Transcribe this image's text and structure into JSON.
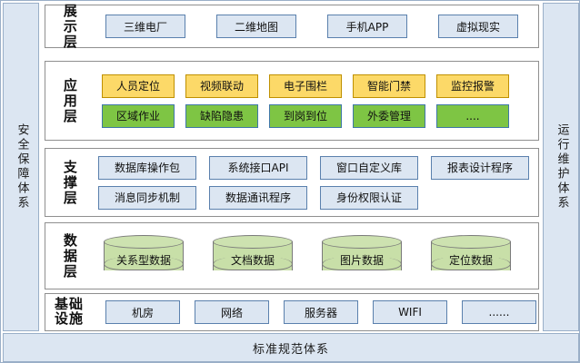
{
  "sidebars": {
    "left": {
      "label": "安全保障体系"
    },
    "right": {
      "label": "运行维护体系"
    }
  },
  "bottom_bar": {
    "label": "标准规范体系"
  },
  "layers": [
    {
      "id": "display",
      "label": "展示层",
      "rows": [
        {
          "style": "blue",
          "items": [
            "三维电厂",
            "二维地图",
            "手机APP",
            "虚拟现实"
          ]
        }
      ]
    },
    {
      "id": "app",
      "label": "应用层",
      "rows": [
        {
          "style": "orange",
          "items": [
            "人员定位",
            "视频联动",
            "电子围栏",
            "智能门禁",
            "监控报警"
          ]
        },
        {
          "style": "green",
          "items": [
            "区域作业",
            "缺陷隐患",
            "到岗到位",
            "外委管理",
            "...."
          ]
        }
      ]
    },
    {
      "id": "support",
      "label": "支撑层",
      "rows": [
        {
          "style": "blue",
          "items": [
            "数据库操作包",
            "系统接口API",
            "窗口自定义库",
            "报表设计程序"
          ]
        },
        {
          "style": "blue",
          "items": [
            "消息同步机制",
            "数据通讯程序",
            "身份权限认证"
          ]
        }
      ]
    },
    {
      "id": "data",
      "label": "数据层",
      "rows": [
        {
          "style": "cylinder",
          "items": [
            "关系型数据",
            "文档数据",
            "图片数据",
            "定位数据"
          ]
        }
      ]
    },
    {
      "id": "infra",
      "label": "基础设施",
      "rows": [
        {
          "style": "blue",
          "items": [
            "机房",
            "网络",
            "服务器",
            "WIFI",
            "......"
          ]
        }
      ]
    }
  ],
  "colors": {
    "panel_blue": "#dce6f2",
    "box_blue_border": "#5a80ad",
    "box_orange": "#fcd968",
    "box_orange_border": "#bf9000",
    "box_green": "#7ec544",
    "box_green_border": "#3f77a8",
    "cylinder_green": "#c8dfa8",
    "frame_border": "#9aafc8"
  }
}
